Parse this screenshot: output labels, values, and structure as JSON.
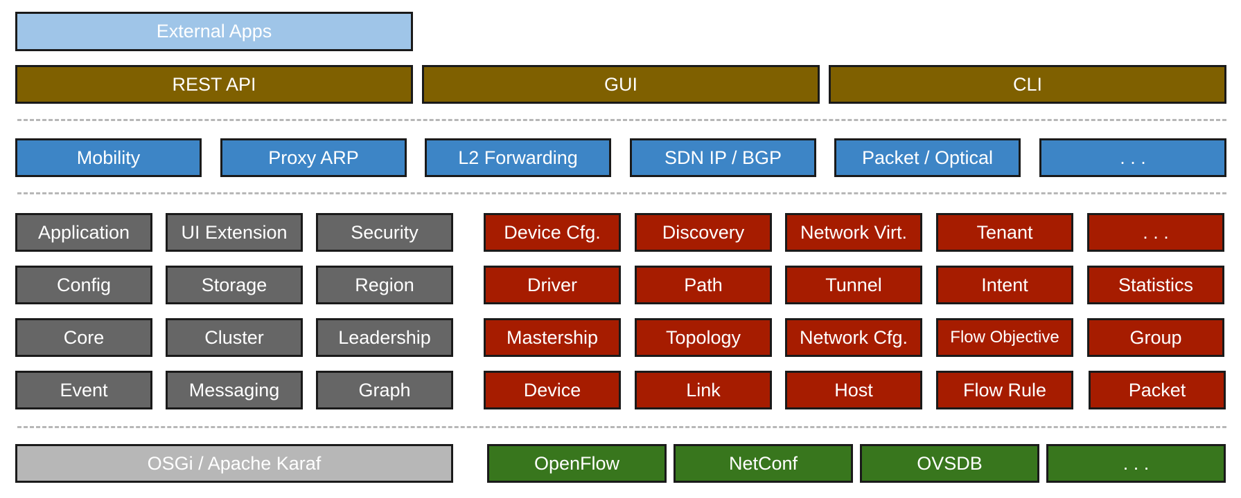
{
  "tiers": {
    "external": {
      "items": [
        "External Apps"
      ]
    },
    "northbound": {
      "items": [
        "REST API",
        "GUI",
        "CLI"
      ]
    },
    "applications": {
      "items": [
        "Mobility",
        "Proxy ARP",
        "L2 Forwarding",
        "SDN IP / BGP",
        "Packet / Optical",
        ". . ."
      ]
    },
    "core_platform": {
      "rows": [
        [
          "Application",
          "UI Extension",
          "Security"
        ],
        [
          "Config",
          "Storage",
          "Region"
        ],
        [
          "Core",
          "Cluster",
          "Leadership"
        ],
        [
          "Event",
          "Messaging",
          "Graph"
        ]
      ]
    },
    "core_services": {
      "rows": [
        [
          "Device Cfg.",
          "Discovery",
          "Network Virt.",
          "Tenant",
          ". . ."
        ],
        [
          "Driver",
          "Path",
          "Tunnel",
          "Intent",
          "Statistics"
        ],
        [
          "Mastership",
          "Topology",
          "Network Cfg.",
          "Flow Objective",
          "Group"
        ],
        [
          "Device",
          "Link",
          "Host",
          "Flow Rule",
          "Packet"
        ]
      ]
    },
    "platform": {
      "items": [
        "OSGi / Apache Karaf"
      ]
    },
    "southbound": {
      "items": [
        "OpenFlow",
        "NetConf",
        "OVSDB",
        ". . ."
      ]
    }
  },
  "colors": {
    "external": "#9fc5e8",
    "northbound": "#7f6000",
    "applications": "#3d85c6",
    "core_platform": "#666666",
    "core_services": "#a61c00",
    "platform": "#b7b7b7",
    "southbound": "#38761d"
  }
}
